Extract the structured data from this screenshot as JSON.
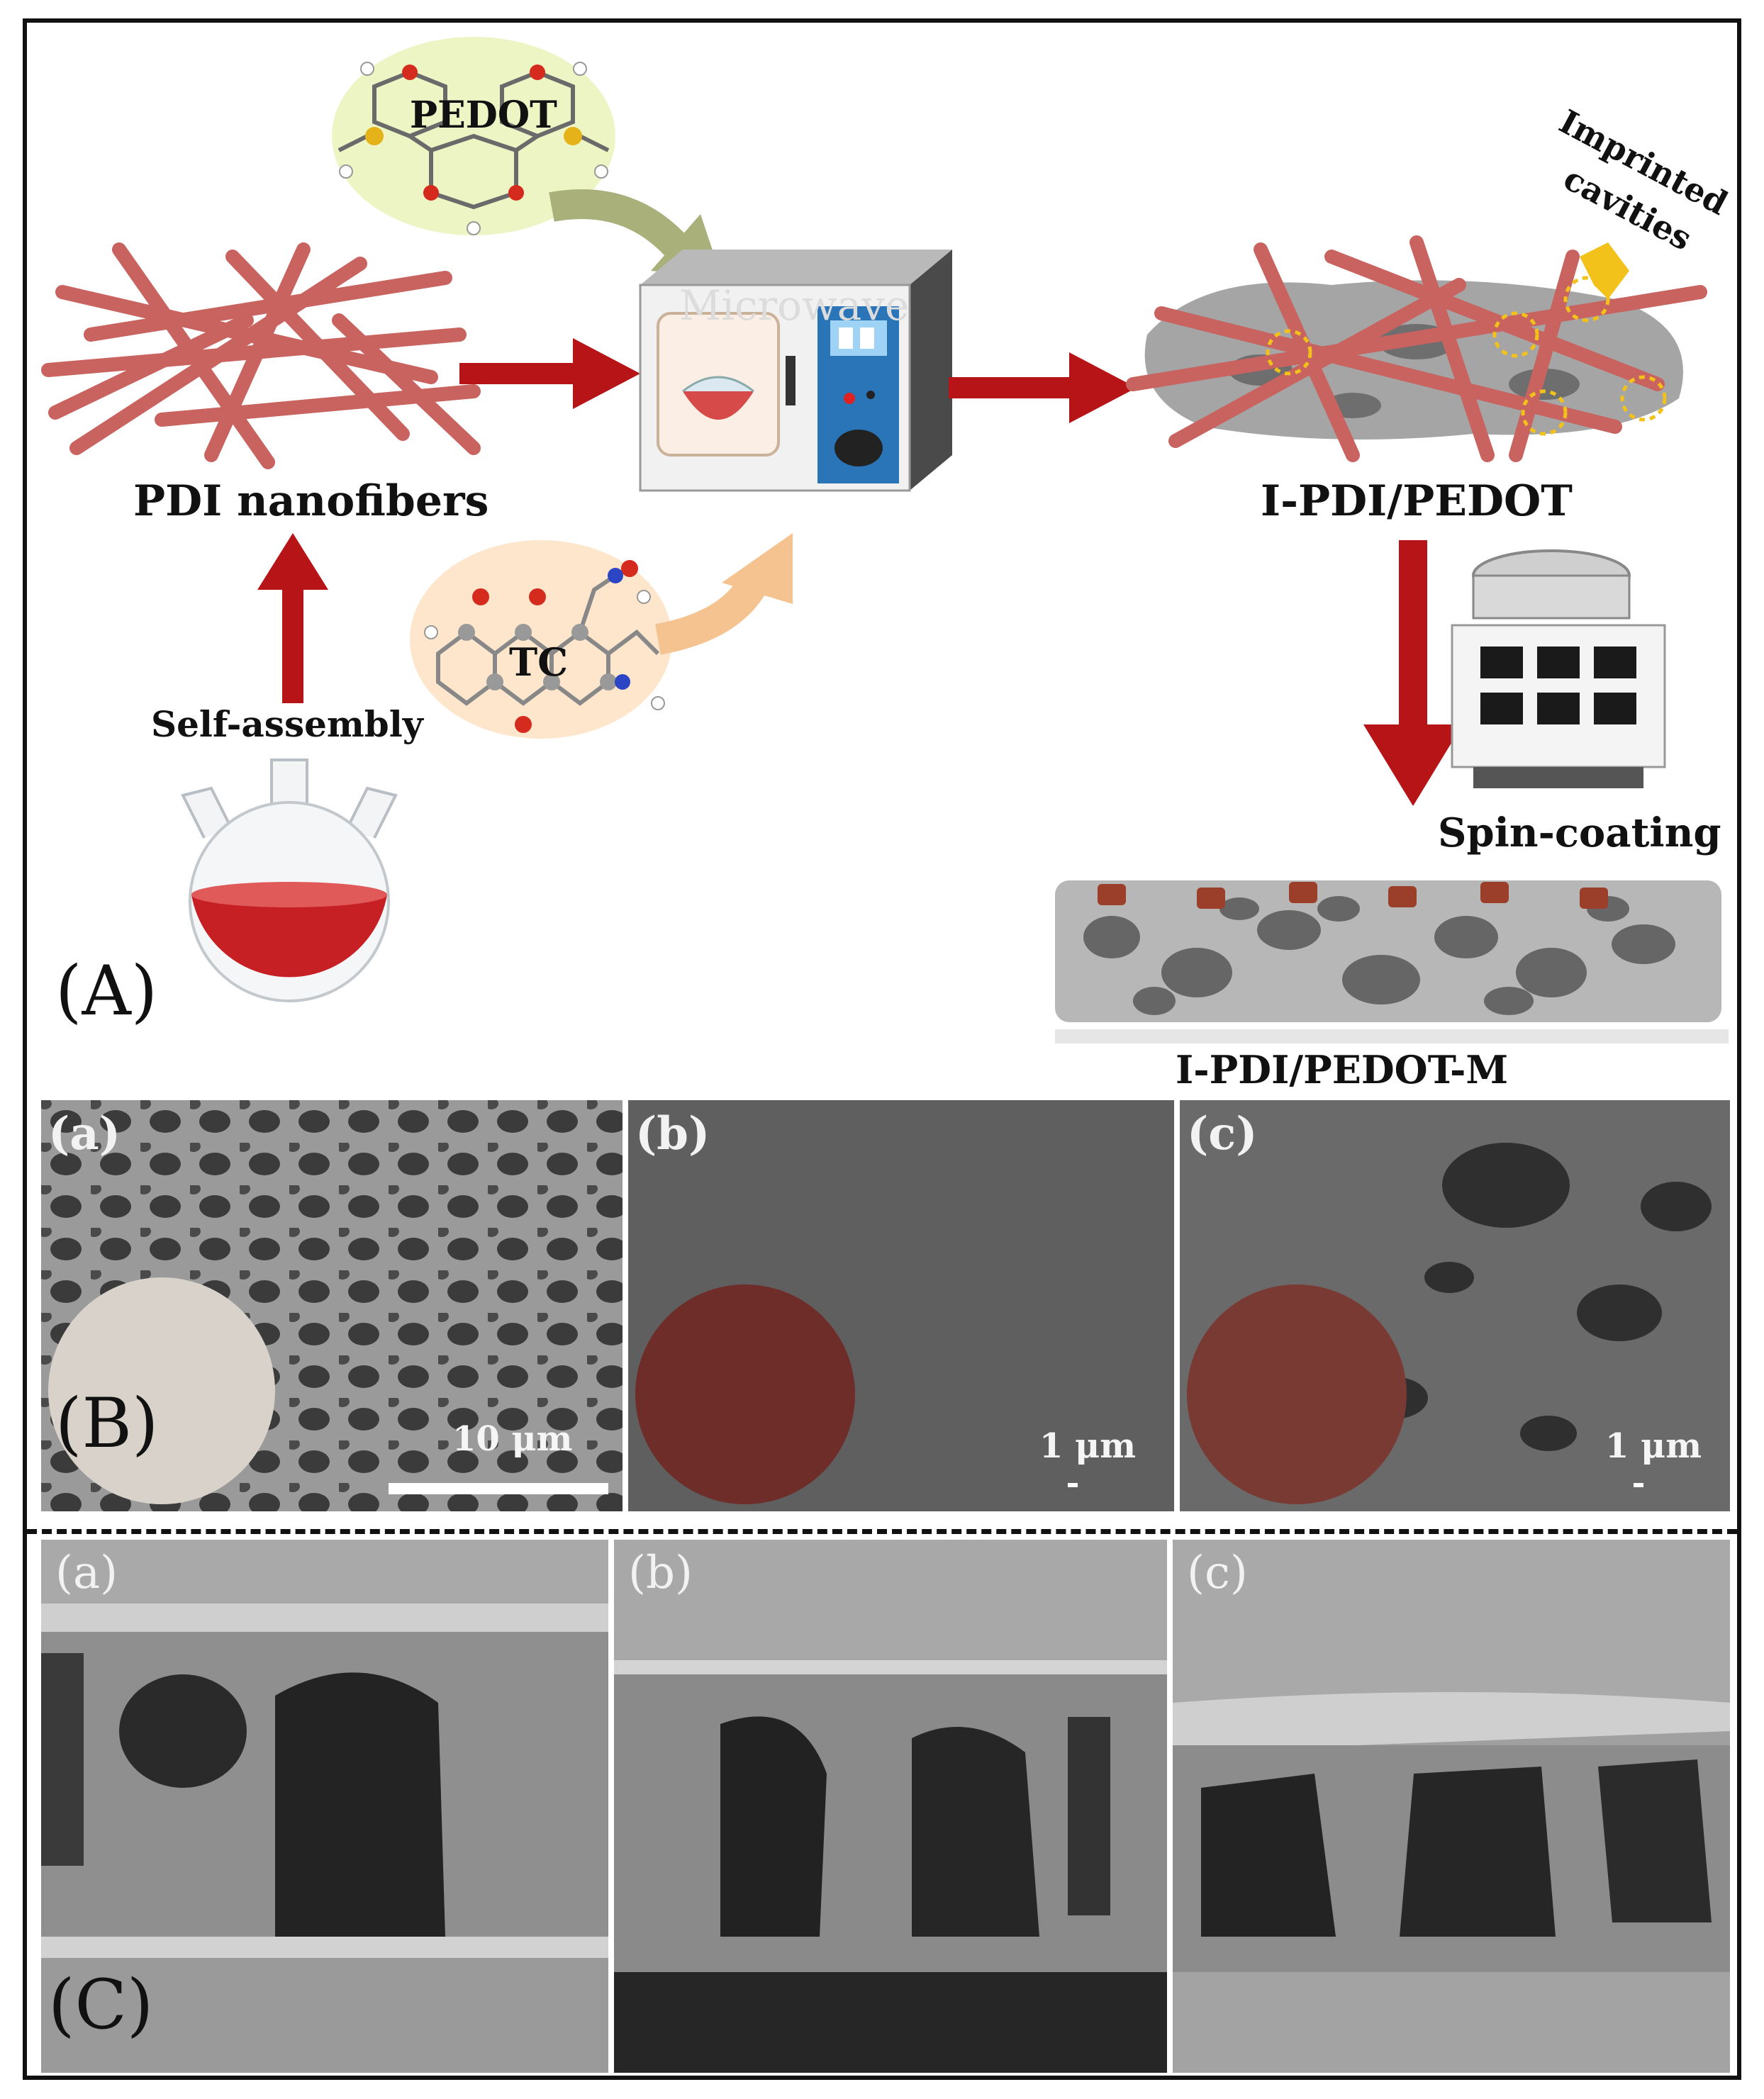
{
  "panelA": {
    "letter": "(A)",
    "pedot_label": "PEDOT",
    "microwave_label": "Microwave",
    "nanofibers_label": "PDI nanofibers",
    "self_assembly_label": "Self-assembly",
    "tc_label": "TC",
    "ipdi_label": "I-PDI/PEDOT",
    "imprinted_line1": "Imprinted",
    "imprinted_line2": "cavities",
    "spin_label": "Spin-coating",
    "membrane_label": "I-PDI/PEDOT-M"
  },
  "panelB": {
    "letter": "(B)",
    "subpanels": [
      {
        "label": "(a)",
        "scale": "10 μm"
      },
      {
        "label": "(b)",
        "scale": "1 μm"
      },
      {
        "label": "(c)",
        "scale": "1 μm"
      }
    ]
  },
  "panelC": {
    "letter": "(C)",
    "subpanels": [
      {
        "label": "(a)"
      },
      {
        "label": "(b)"
      },
      {
        "label": "(c)"
      }
    ]
  },
  "colors": {
    "fiber": "#c9635f",
    "arrow_red": "#b71417",
    "arrow_green": "#aab07a",
    "arrow_orange": "#f5c38f",
    "solution": "#c61f24",
    "disc_b": "#6e2d28",
    "disc_c": "#7a3a34"
  }
}
